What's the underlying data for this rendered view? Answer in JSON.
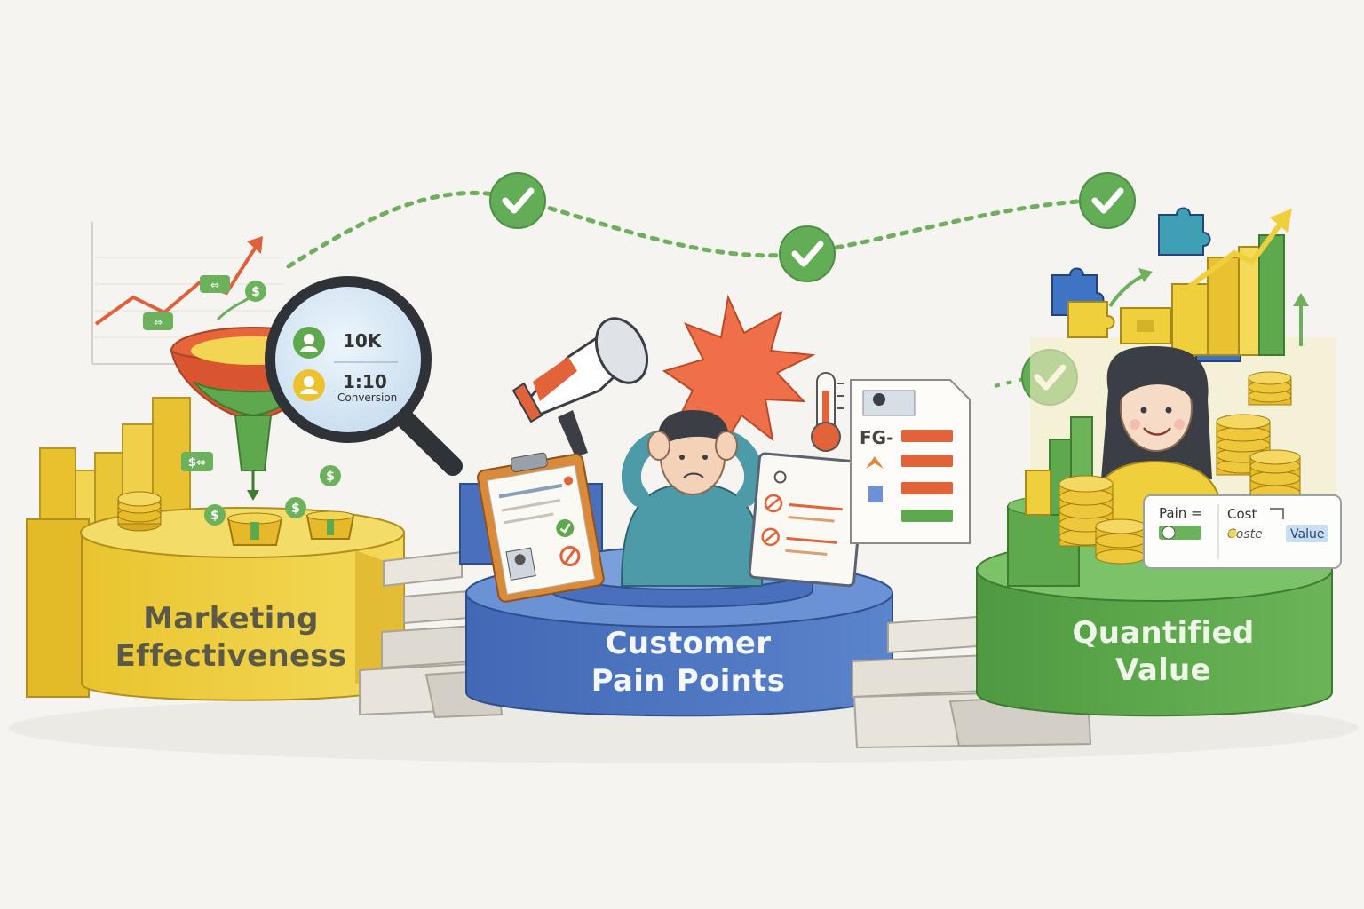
{
  "pedestals": {
    "marketing": {
      "line1": "Marketing",
      "line2": "Effectiveness"
    },
    "pain": {
      "line1": "Customer",
      "line2": "Pain Points"
    },
    "value": {
      "line1": "Quantified",
      "line2": "Value"
    }
  },
  "lens": {
    "reach_value": "10K",
    "conversion_value": "1:10",
    "conversion_label": "Conversion"
  },
  "report_sheet": {
    "label": "FG-"
  },
  "value_card": {
    "pain_label": "Pain =",
    "cost_label": "Cost",
    "cost_scribble": "Coste",
    "value_label": "Value"
  },
  "colors": {
    "yellow": "#f0cf3c",
    "blue": "#4d76c2",
    "green": "#5ea94d",
    "red": "#e2623a",
    "check_green": "#63ad57"
  }
}
